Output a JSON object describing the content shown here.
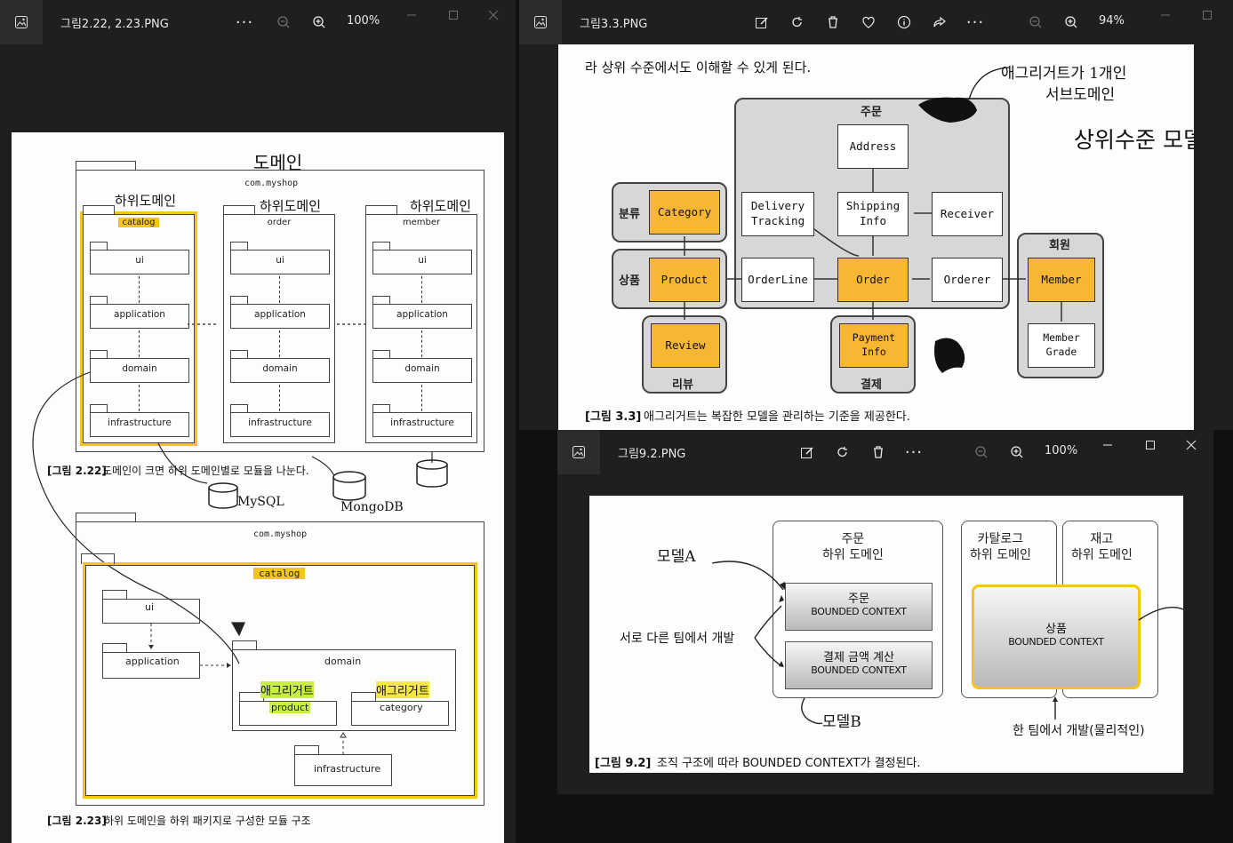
{
  "left_window": {
    "title": "그림2.22, 2.23.PNG",
    "zoom": "100%",
    "fig222": {
      "domain_label": "도메인",
      "root_package": "com.myshop",
      "subdomain_note_1": "하위도메인",
      "subdomain_note_2": "하위도메인",
      "subdomain_note_3": "하위도메인",
      "packages": [
        "catalog",
        "order",
        "member"
      ],
      "layers": [
        "ui",
        "application",
        "domain",
        "infrastructure"
      ],
      "db_mysql": "MySQL",
      "db_mongo": "MongoDB",
      "caption_no": "[그림 2.22]",
      "caption_text": "도메인이 크면 하위 도메인별로 모듈을 나눈다."
    },
    "fig223": {
      "root_package": "com.myshop",
      "catalog": "catalog",
      "ui": "ui",
      "application": "application",
      "domain": "domain",
      "infrastructure": "infrastructure",
      "product": "product",
      "category": "category",
      "aggregate_1": "애그리거트",
      "aggregate_2": "애그리거트",
      "caption_no": "[그림 2.23]",
      "caption_text": "하위 도메인을 하위 패키지로 구성한 모듈 구조"
    }
  },
  "right_top_window": {
    "title": "그림3.3.PNG",
    "zoom": "94%",
    "top_text": "라 상위 수준에서도 이해할 수 있게 된다.",
    "note_1": "애그리거트가 1개인",
    "note_2": "서브도메인",
    "note_3": "상위수준 모델.",
    "groups": {
      "order": "주문",
      "category": "분류",
      "product": "상품",
      "review": "리뷰",
      "payment": "결제",
      "member": "회원"
    },
    "boxes": {
      "address": "Address",
      "delivery_tracking": "Delivery\nTracking",
      "shipping_info": "Shipping\nInfo",
      "receiver": "Receiver",
      "category": "Category",
      "product": "Product",
      "orderline": "OrderLine",
      "order": "Order",
      "orderer": "Orderer",
      "member": "Member",
      "review": "Review",
      "payment_info": "Payment\nInfo",
      "member_grade": "Member\nGrade"
    },
    "caption_no": "[그림 3.3]",
    "caption_text": "애그리거트는 복잡한 모델을 관리하는 기준을 제공한다."
  },
  "right_bottom_window": {
    "title": "그림9.2.PNG",
    "zoom": "100%",
    "order_subdomain": "주문\n하위 도메인",
    "catalog_subdomain": "카탈로그\n하위 도메인",
    "stock_subdomain": "재고\n하위 도메인",
    "bc_order": "주문",
    "bc_payment": "결제 금액 계산",
    "bc_product": "상품",
    "bc_suffix": "BOUNDED CONTEXT",
    "model_a": "모델A",
    "model_b": "모델B",
    "diff_teams": "서로 다른 팀에서 개발",
    "one_team": "한 팀에서 개발(물리적인)",
    "caption_no": "[그림 9.2]",
    "caption_text": "조직 구조에 따라 BOUNDED CONTEXT가 결정된다."
  },
  "colors": {
    "dark": "#1f1f1f",
    "aggregate": "#f7b733",
    "highlight": "#f5c518",
    "green": "#c8f040"
  }
}
